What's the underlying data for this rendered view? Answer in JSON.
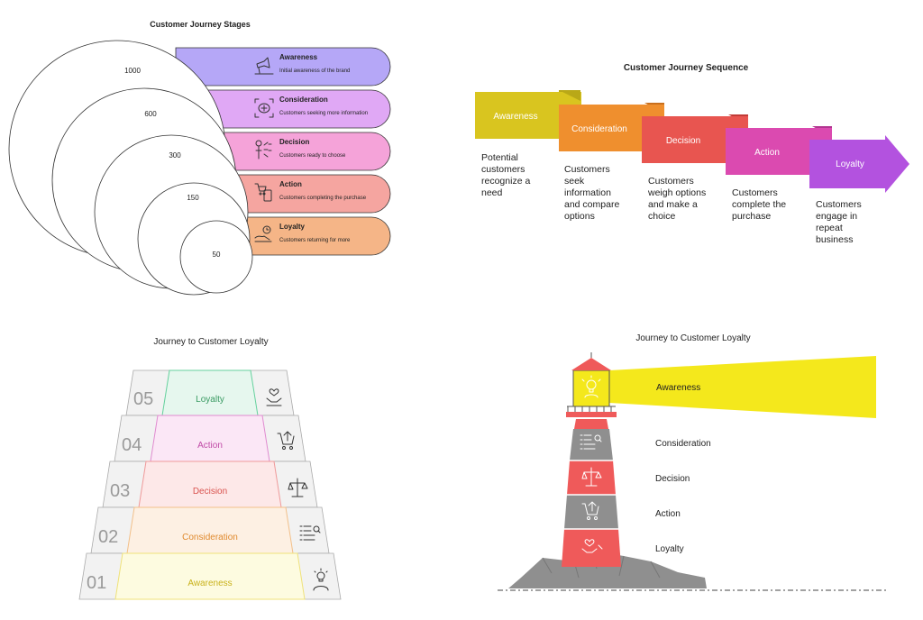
{
  "panel1": {
    "title": "Customer Journey Stages",
    "stages": [
      {
        "title": "Awareness",
        "desc": "Initial awareness of the brand",
        "value": "1000",
        "color": "#b5a7f7",
        "icon": "megaphone-icon"
      },
      {
        "title": "Consideration",
        "desc": "Customers seeking more information",
        "value": "600",
        "color": "#e0a8f5",
        "icon": "focus-icon"
      },
      {
        "title": "Decision",
        "desc": "Customers ready to choose",
        "value": "300",
        "color": "#f5a3d9",
        "icon": "choice-icon"
      },
      {
        "title": "Action",
        "desc": "Customers completing the purchase",
        "value": "150",
        "color": "#f5a5a0",
        "icon": "cart-phone-icon"
      },
      {
        "title": "Loyalty",
        "desc": "Customers returning for more",
        "value": "50",
        "color": "#f5b587",
        "icon": "loyalty-icon"
      }
    ]
  },
  "panel2": {
    "title": "Customer Journey Sequence",
    "steps": [
      {
        "label": "Awareness",
        "color": "#d9c51f",
        "desc": [
          "Potential",
          "customers",
          "recognize a",
          "need"
        ]
      },
      {
        "label": "Consideration",
        "color": "#ef8f2e",
        "desc": [
          "Customers",
          "seek",
          "information",
          "and compare",
          "options"
        ]
      },
      {
        "label": "Decision",
        "color": "#e85550",
        "desc": [
          "Customers",
          "weigh options",
          "and make a",
          "choice"
        ]
      },
      {
        "label": "Action",
        "color": "#db4ab0",
        "desc": [
          "Customers",
          "complete the",
          "purchase"
        ]
      },
      {
        "label": "Loyalty",
        "color": "#b352df",
        "desc": [
          "Customers",
          "engage in",
          "repeat",
          "business"
        ]
      }
    ]
  },
  "panel3": {
    "title": "Journey to Customer Loyalty",
    "steps": [
      {
        "num": "05",
        "label": "Loyalty",
        "fill": "#e6f7ee",
        "stroke": "#66d19e",
        "text_color": "#3a9b63",
        "icon": "heart-hands-icon"
      },
      {
        "num": "04",
        "label": "Action",
        "fill": "#fbe7f6",
        "stroke": "#e08bd0",
        "text_color": "#c04aa6",
        "icon": "cart-arrow-icon"
      },
      {
        "num": "03",
        "label": "Decision",
        "fill": "#fde8e8",
        "stroke": "#ef9a9a",
        "text_color": "#d9534f",
        "icon": "scale-icon"
      },
      {
        "num": "02",
        "label": "Consideration",
        "fill": "#fdf0e3",
        "stroke": "#f2c08a",
        "text_color": "#e08a2e",
        "icon": "list-search-icon"
      },
      {
        "num": "01",
        "label": "Awareness",
        "fill": "#fdfbe0",
        "stroke": "#efe27a",
        "text_color": "#c9b21c",
        "icon": "person-bulb-icon"
      }
    ]
  },
  "panel4": {
    "title": "Journey to Customer Loyalty",
    "labels": [
      "Awareness",
      "Consideration",
      "Decision",
      "Action",
      "Loyalty"
    ],
    "colors": {
      "yellow": "#f4e81c",
      "gray": "#8f8f8f",
      "red": "#ef5a5a",
      "dark": "#555555"
    }
  }
}
